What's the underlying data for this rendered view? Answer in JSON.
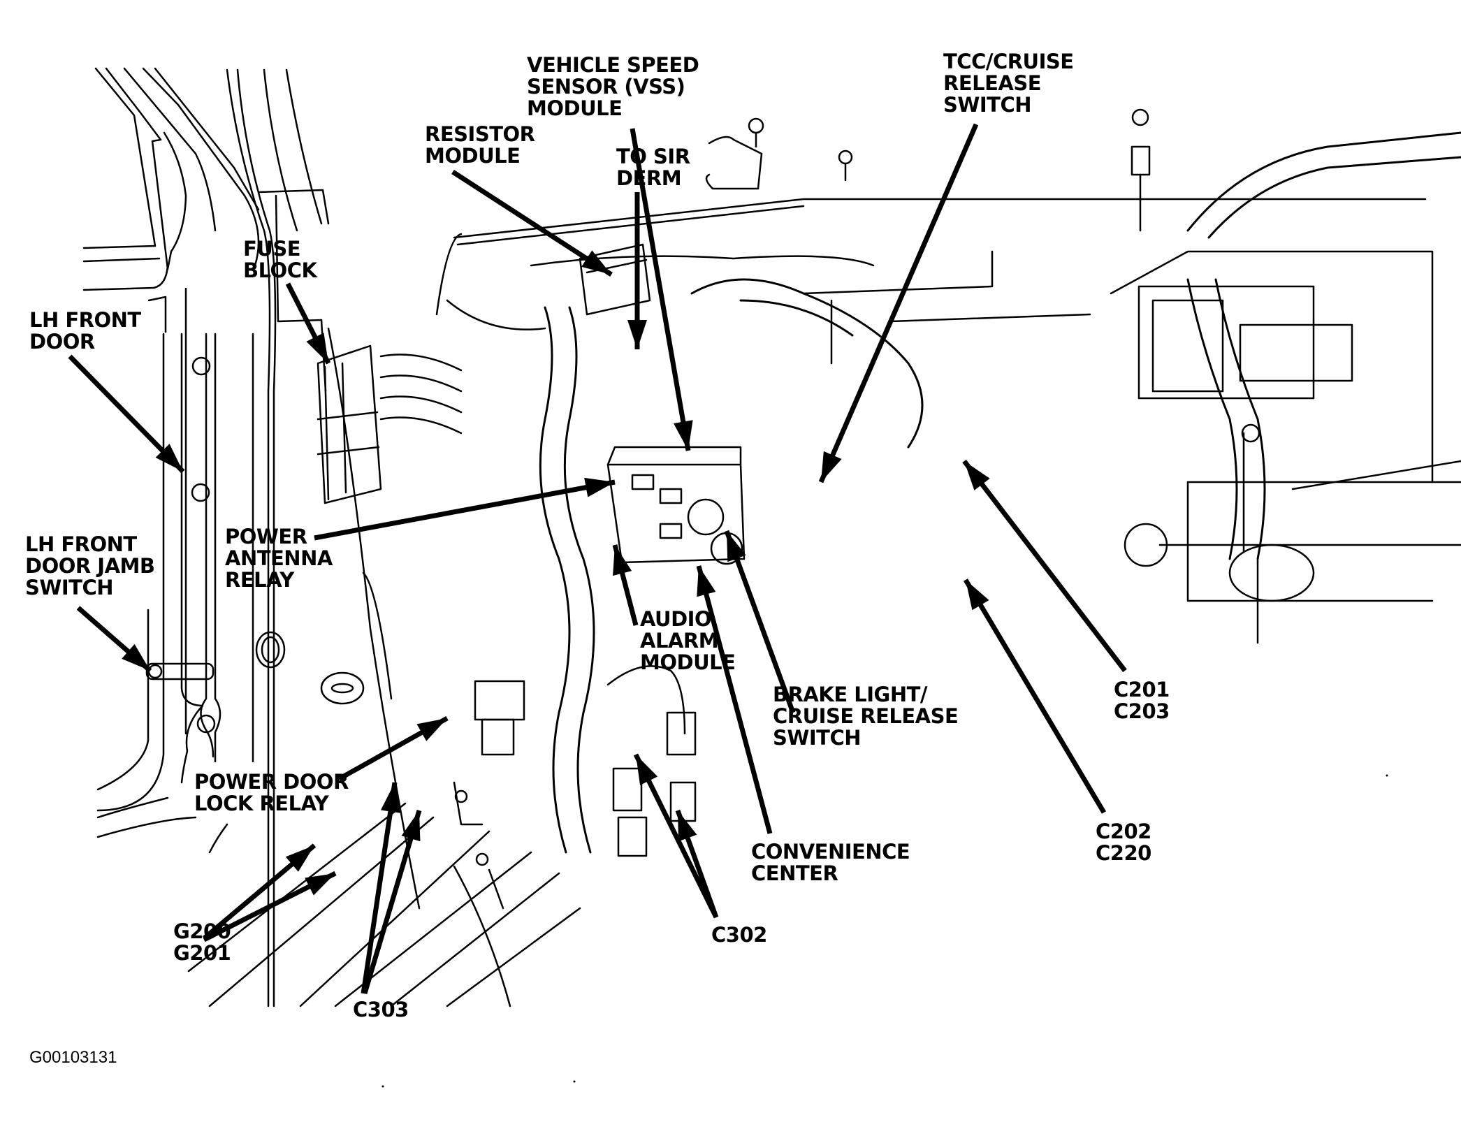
{
  "diagram": {
    "title": "Component Locator - Instrument Panel / LH Kick Panel Area",
    "colors": {
      "ink": "#000000",
      "paper": "#ffffff"
    },
    "figure_id": "G00103131",
    "labels": [
      {
        "id": "lh-front-door",
        "lines": [
          "LH FRONT",
          "DOOR"
        ]
      },
      {
        "id": "fuse-block",
        "lines": [
          "FUSE",
          "BLOCK"
        ]
      },
      {
        "id": "resistor-module",
        "lines": [
          "RESISTOR",
          "MODULE"
        ]
      },
      {
        "id": "vss-module",
        "lines": [
          "VEHICLE SPEED",
          "SENSOR (VSS)",
          "MODULE"
        ]
      },
      {
        "id": "to-sir-derm",
        "lines": [
          "TO SIR",
          "DERM"
        ]
      },
      {
        "id": "tcc-cruise-release-switch",
        "lines": [
          "TCC/CRUISE",
          "RELEASE",
          "SWITCH"
        ]
      },
      {
        "id": "lh-front-door-jamb-switch",
        "lines": [
          "LH FRONT",
          "DOOR JAMB",
          "SWITCH"
        ]
      },
      {
        "id": "power-antenna-relay",
        "lines": [
          "POWER",
          "ANTENNA",
          "RELAY"
        ]
      },
      {
        "id": "audio-alarm-module",
        "lines": [
          "AUDIO",
          "ALARM",
          "MODULE"
        ]
      },
      {
        "id": "power-door-lock-relay",
        "lines": [
          "POWER DOOR",
          "LOCK RELAY"
        ]
      },
      {
        "id": "brake-light-cruise-release-switch",
        "lines": [
          "BRAKE LIGHT/",
          "CRUISE RELEASE",
          "SWITCH"
        ]
      },
      {
        "id": "convenience-center",
        "lines": [
          "CONVENIENCE",
          "CENTER"
        ]
      },
      {
        "id": "c201-c203",
        "lines": [
          "C201",
          "C203"
        ]
      },
      {
        "id": "c202-c220",
        "lines": [
          "C202",
          "C220"
        ]
      },
      {
        "id": "g200-g201",
        "lines": [
          "G200",
          "G201"
        ]
      },
      {
        "id": "c302",
        "lines": [
          "C302"
        ]
      },
      {
        "id": "c303",
        "lines": [
          "C303"
        ]
      }
    ]
  }
}
